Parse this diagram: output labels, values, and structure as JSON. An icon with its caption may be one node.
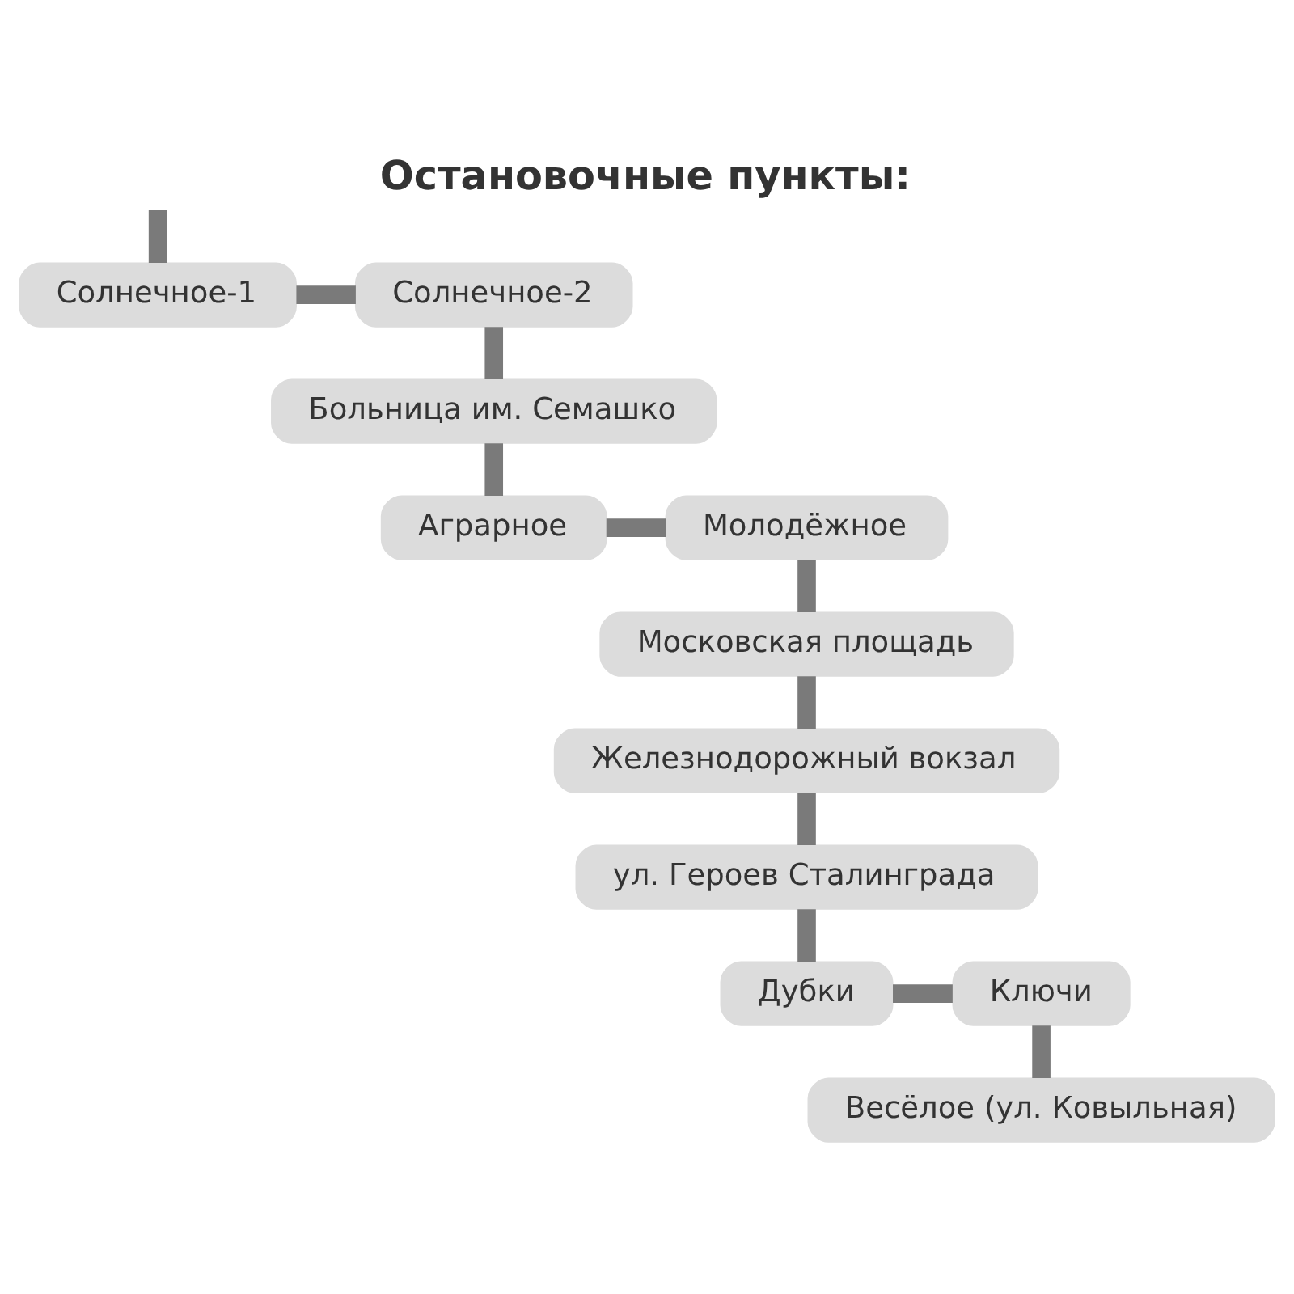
{
  "diagram": {
    "title": "Остановочные пункты:",
    "nodes": [
      {
        "text": [
          "Солнечное-1"
        ]
      },
      {
        "text": [
          "Солнечное-2"
        ]
      },
      {
        "text": [
          "Больница им. Семашко"
        ]
      },
      {
        "text": [
          "Аграрное"
        ]
      },
      {
        "text": [
          "Молодёжное"
        ]
      },
      {
        "text": [
          "Московская площадь"
        ]
      },
      {
        "text": [
          "Железнодорожный вокзал"
        ]
      },
      {
        "text": [
          "ул. Героев Сталинграда"
        ]
      },
      {
        "text": [
          "Дубки"
        ]
      },
      {
        "text": [
          "Ключи"
        ]
      },
      {
        "text": [
          "Весёлое (ул. Ковыльная)"
        ]
      }
    ],
    "edges": [
      {
        "from": null,
        "to": 0,
        "arrow": "none"
      },
      {
        "from": 0,
        "to": 1,
        "arrow": "none"
      },
      {
        "from": 1,
        "to": 2,
        "arrow": "none"
      },
      {
        "from": 2,
        "to": 3,
        "arrow": "none"
      },
      {
        "from": 3,
        "to": 4,
        "arrow": "none"
      },
      {
        "from": 4,
        "to": 5,
        "arrow": "none"
      },
      {
        "from": 5,
        "to": 6,
        "arrow": "none"
      },
      {
        "from": 6,
        "to": 7,
        "arrow": "none"
      },
      {
        "from": 7,
        "to": 8,
        "arrow": "none"
      },
      {
        "from": 8,
        "to": 9,
        "arrow": "none"
      },
      {
        "from": 9,
        "to": 10,
        "arrow": "none"
      }
    ]
  }
}
